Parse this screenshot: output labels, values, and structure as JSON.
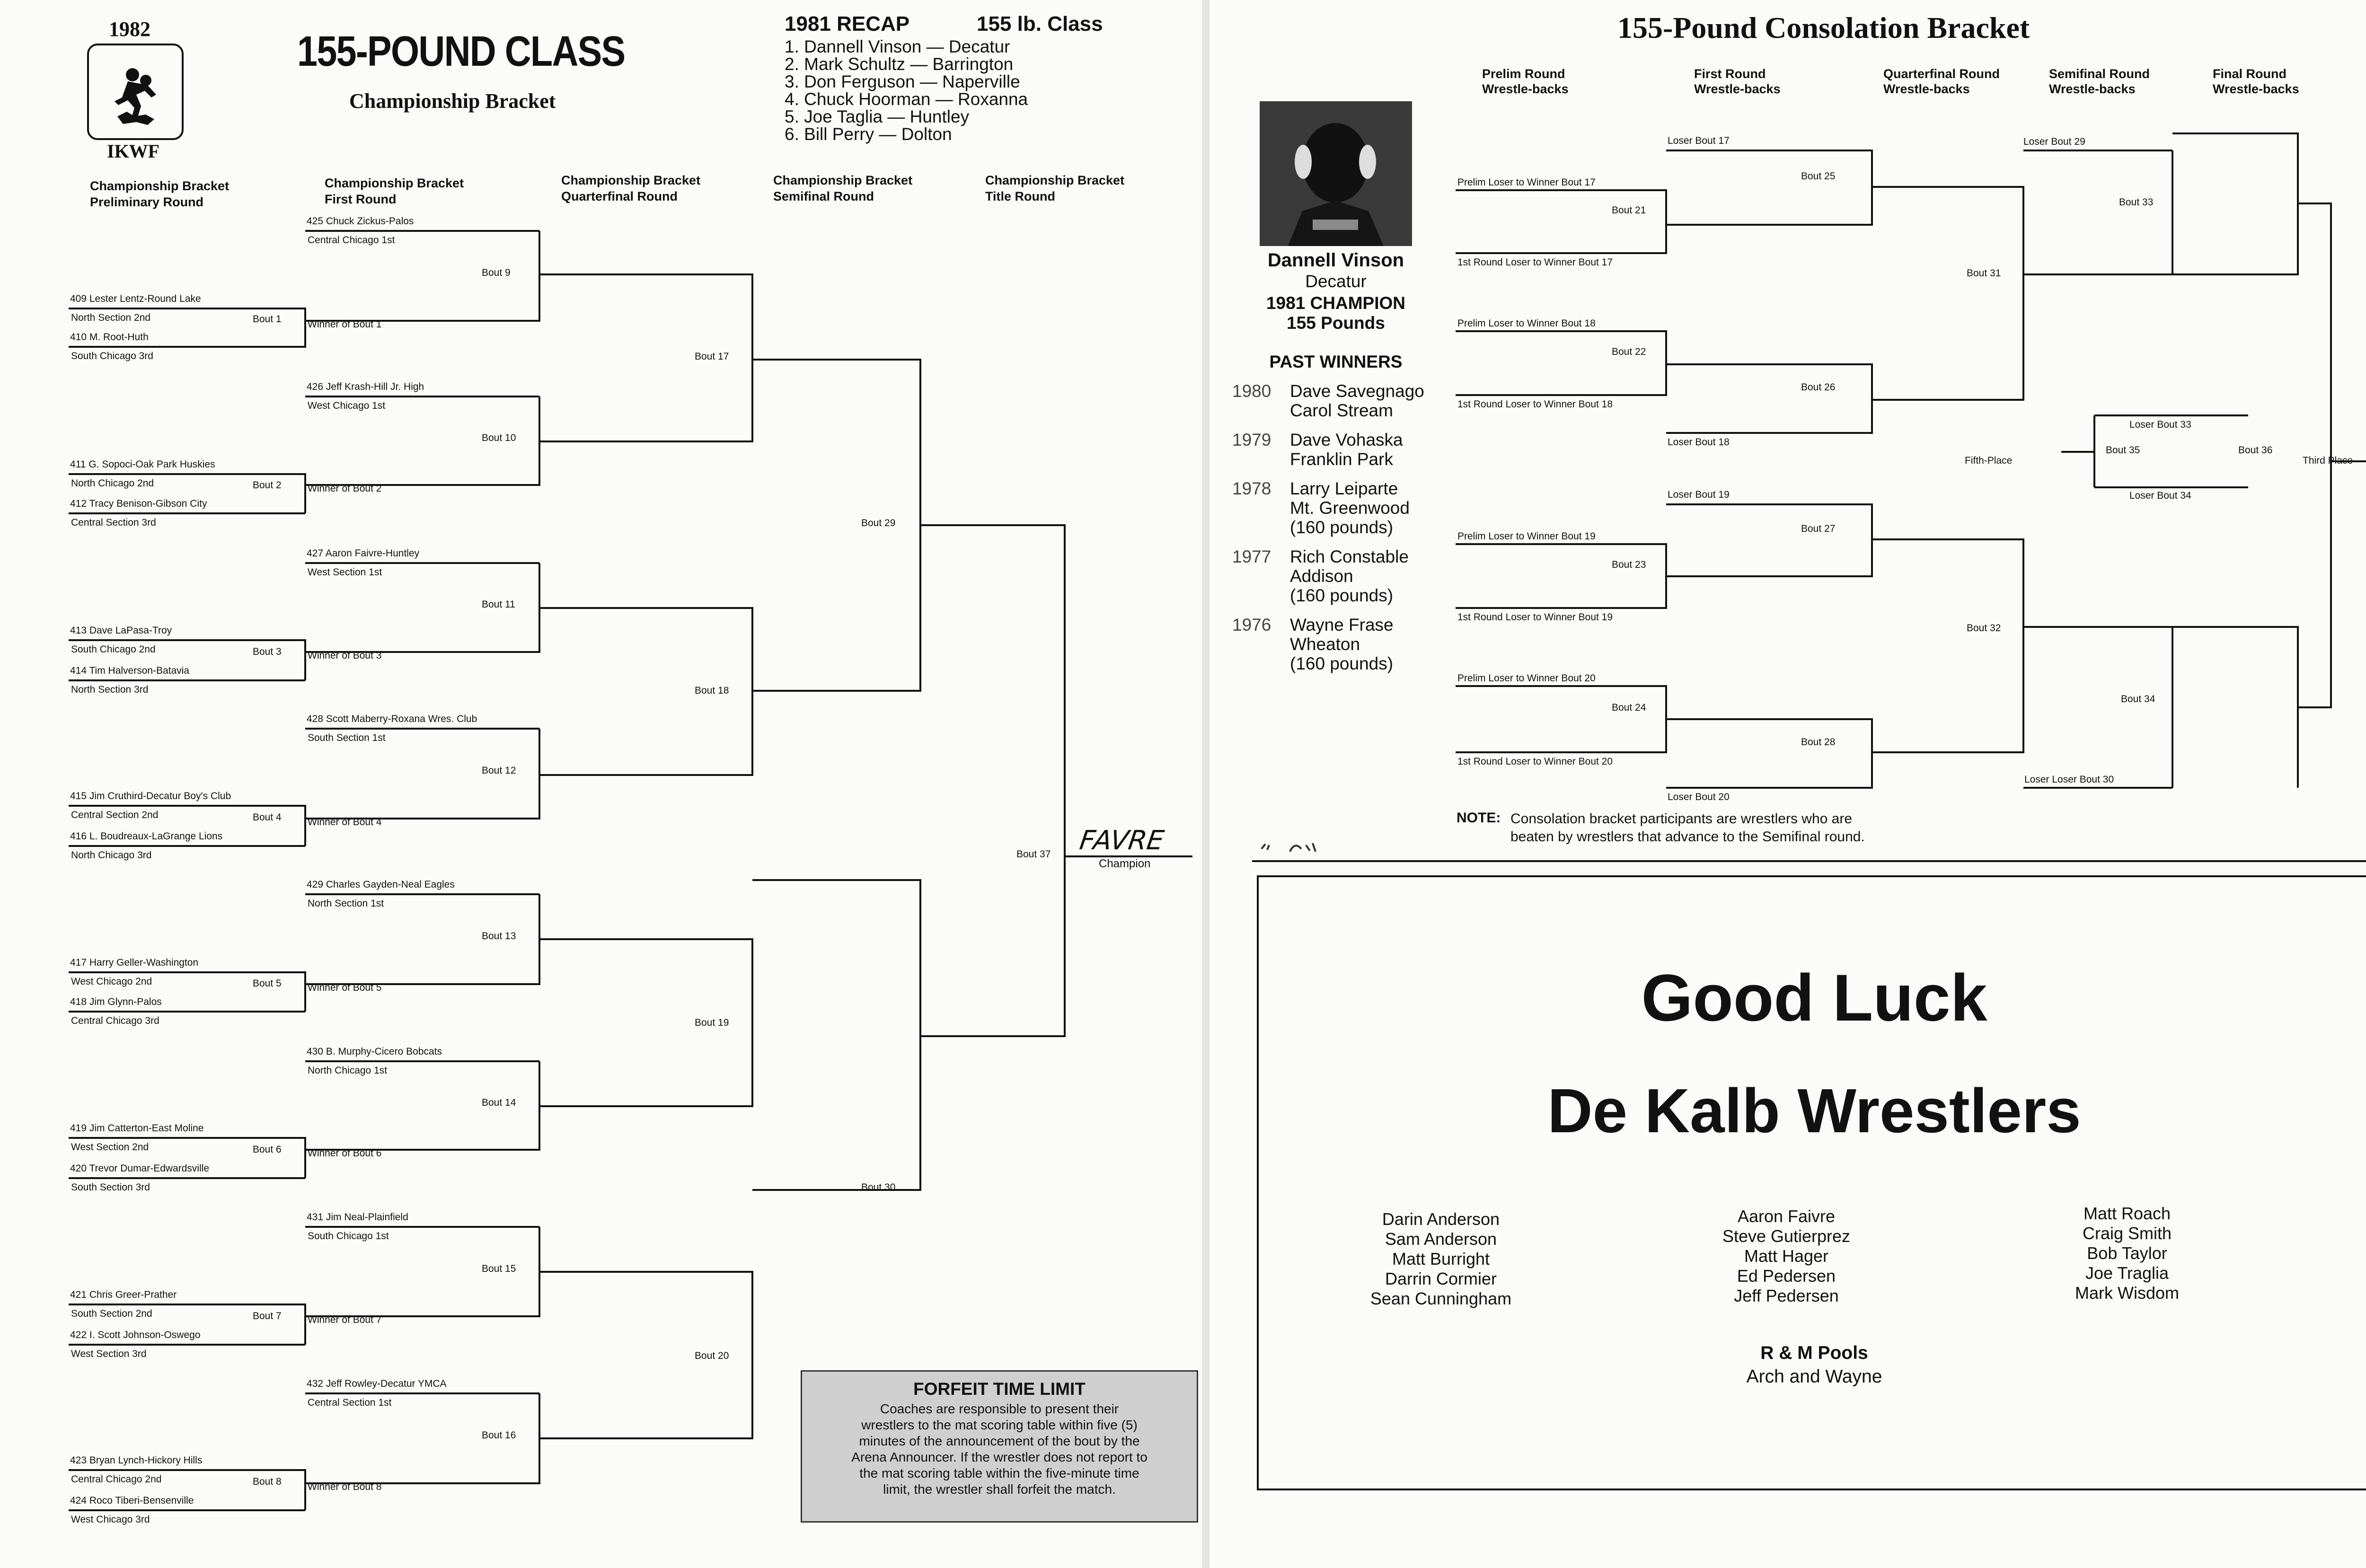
{
  "left": {
    "year": "1982",
    "org": "IKWF",
    "title": "155-POUND CLASS",
    "subtitle": "Championship Bracket",
    "recap": {
      "title": "1981 RECAP",
      "class": "155 lb. Class",
      "items": [
        "1. Dannell Vinson — Decatur",
        "2. Mark Schultz — Barrington",
        "3. Don Ferguson — Naperville",
        "4. Chuck Hoorman — Roxanna",
        "5. Joe Taglia — Huntley",
        "6. Bill Perry — Dolton"
      ]
    },
    "headers": [
      [
        "Championship Bracket",
        "Preliminary Round"
      ],
      [
        "Championship Bracket",
        "First Round"
      ],
      [
        "Championship Bracket",
        "Quarterfinal Round"
      ],
      [
        "Championship Bracket",
        "Semifinal Round"
      ],
      [
        "Championship Bracket",
        "Title Round"
      ]
    ],
    "prelim": [
      {
        "top": "409 Lester Lentz-Round Lake",
        "top_sec": "North Section 2nd",
        "bottom": "410 M. Root-Huth",
        "bottom_sec": "South Chicago 3rd",
        "bout": "Bout 1"
      },
      {
        "top": "411 G. Sopoci-Oak Park Huskies",
        "top_sec": "North Chicago 2nd",
        "bottom": "412 Tracy Benison-Gibson City",
        "bottom_sec": "Central Section 3rd",
        "bout": "Bout 2"
      },
      {
        "top": "413 Dave LaPasa-Troy",
        "top_sec": "South Chicago 2nd",
        "bottom": "414 Tim Halverson-Batavia",
        "bottom_sec": "North Section 3rd",
        "bout": "Bout 3"
      },
      {
        "top": "415 Jim Cruthird-Decatur Boy's Club",
        "top_sec": "Central Section 2nd",
        "bottom": "416 L. Boudreaux-LaGrange Lions",
        "bottom_sec": "North Chicago 3rd",
        "bout": "Bout 4"
      },
      {
        "top": "417 Harry Geller-Washington",
        "top_sec": "West Chicago 2nd",
        "bottom": "418 Jim Glynn-Palos",
        "bottom_sec": "Central Chicago 3rd",
        "bout": "Bout 5"
      },
      {
        "top": "419 Jim Catterton-East Moline",
        "top_sec": "West Section 2nd",
        "bottom": "420 Trevor Dumar-Edwardsville",
        "bottom_sec": "South Section 3rd",
        "bout": "Bout 6"
      },
      {
        "top": "421 Chris Greer-Prather",
        "top_sec": "South Section 2nd",
        "bottom": "422 I. Scott Johnson-Oswego",
        "bottom_sec": "West Section 3rd",
        "bout": "Bout 7"
      },
      {
        "top": "423 Bryan Lynch-Hickory Hills",
        "top_sec": "Central Chicago 2nd",
        "bottom": "424 Roco Tiberi-Bensenville",
        "bottom_sec": "West Chicago 3rd",
        "bout": "Bout 8"
      }
    ],
    "first_round": [
      {
        "seed": "425 Chuck Zickus-Palos",
        "sec": "Central Chicago 1st",
        "winner": "Winner of Bout 1",
        "bout": "Bout 9"
      },
      {
        "seed": "426 Jeff Krash-Hill Jr. High",
        "sec": "West Chicago 1st",
        "winner": "Winner of Bout 2",
        "bout": "Bout 10"
      },
      {
        "seed": "427 Aaron Faivre-Huntley",
        "sec": "West Section 1st",
        "winner": "Winner of Bout 3",
        "bout": "Bout 11"
      },
      {
        "seed": "428 Scott Maberry-Roxana Wres. Club",
        "sec": "South Section 1st",
        "winner": "Winner of Bout 4",
        "bout": "Bout 12"
      },
      {
        "seed": "429 Charles Gayden-Neal Eagles",
        "sec": "North Section 1st",
        "winner": "Winner of Bout 5",
        "bout": "Bout 13"
      },
      {
        "seed": "430 B. Murphy-Cicero Bobcats",
        "sec": "North Chicago 1st",
        "winner": "Winner of Bout 6",
        "bout": "Bout 14"
      },
      {
        "seed": "431 Jim Neal-Plainfield",
        "sec": "South Chicago 1st",
        "winner": "Winner of Bout 7",
        "bout": "Bout 15"
      },
      {
        "seed": "432 Jeff Rowley-Decatur YMCA",
        "sec": "Central Section 1st",
        "winner": "Winner of Bout 8",
        "bout": "Bout 16"
      }
    ],
    "quarter_bouts": [
      "Bout 17",
      "Bout 18",
      "Bout 19",
      "Bout 20"
    ],
    "semi_bouts": [
      "Bout 29",
      "Bout 30"
    ],
    "title_bout": "Bout 37",
    "champion_name": "FAVRE",
    "champion_label": "Champion",
    "forfeit": {
      "title": "FORFEIT TIME LIMIT",
      "lines": [
        "Coaches are responsible to present their",
        "wrestlers to the mat scoring table within five (5)",
        "minutes of the announcement of the bout by the",
        "Arena Announcer. If the wrestler does not report to",
        "the mat scoring table within the five-minute time",
        "limit, the wrestler shall forfeit the match."
      ]
    }
  },
  "right": {
    "title": "155-Pound Consolation Bracket",
    "headers": [
      [
        "Prelim Round",
        "Wrestle-backs"
      ],
      [
        "First Round",
        "Wrestle-backs"
      ],
      [
        "Quarterfinal Round",
        "Wrestle-backs"
      ],
      [
        "Semifinal Round",
        "Wrestle-backs"
      ],
      [
        "Final Round",
        "Wrestle-backs"
      ]
    ],
    "photo_alt": "Dannell Vinson photo",
    "champ": {
      "name": "Dannell Vinson",
      "school": "Decatur",
      "title": "1981 CHAMPION",
      "weight": "155 Pounds"
    },
    "past_title": "PAST WINNERS",
    "past": [
      {
        "year": "1980",
        "lines": [
          "Dave Savegnago",
          "Carol Stream"
        ]
      },
      {
        "year": "1979",
        "lines": [
          "Dave Vohaska",
          "Franklin Park"
        ]
      },
      {
        "year": "1978",
        "lines": [
          "Larry Leiparte",
          "Mt. Greenwood",
          "(160 pounds)"
        ]
      },
      {
        "year": "1977",
        "lines": [
          "Rich Constable",
          "Addison",
          "(160 pounds)"
        ]
      },
      {
        "year": "1976",
        "lines": [
          "Wayne Frase",
          "Wheaton",
          "(160 pounds)"
        ]
      }
    ],
    "cons": {
      "prelim_groups": [
        {
          "top": "Prelim Loser to Winner Bout 17",
          "bout": "Bout 21",
          "bottom": "1st Round Loser to Winner Bout 17"
        },
        {
          "top": "Prelim Loser to Winner Bout 18",
          "bout": "Bout 22",
          "bottom": "1st Round Loser to Winner Bout 18"
        },
        {
          "top": "Prelim Loser to Winner Bout 19",
          "bout": "Bout 23",
          "bottom": "1st Round Loser to Winner Bout 19"
        },
        {
          "top": "Prelim Loser to Winner Bout 20",
          "bout": "Bout 24",
          "bottom": "1st Round Loser to Winner Bout 20"
        }
      ],
      "first_round": [
        {
          "loser": "Loser Bout 17",
          "bout": "Bout 25"
        },
        {
          "loser": "Loser Bout 18",
          "bout": "Bout 26"
        },
        {
          "loser": "Loser Bout 19",
          "bout": "Bout 27"
        },
        {
          "loser": "Loser Bout 20",
          "bout": "Bout 28"
        }
      ],
      "quarter_bouts": [
        "Bout 31",
        "Bout 32"
      ],
      "semi": [
        {
          "loser": "Loser Bout 29",
          "bout": "Bout 33"
        },
        {
          "loser": "Loser Loser Bout 30",
          "bout": "Bout 34"
        }
      ],
      "fifth": {
        "top": "Loser Bout 33",
        "bout": "Bout 35",
        "bottom": "Loser Bout 34",
        "label": "Fifth-Place"
      },
      "final": {
        "bout": "Bout 36",
        "label": "Third Place"
      }
    },
    "note_label": "NOTE:",
    "note_lines": [
      "Consolation bracket participants are wrestlers who are",
      "beaten by wrestlers that advance to the Semifinal round."
    ],
    "ad": {
      "line1": "Good Luck",
      "line2": "De Kalb Wrestlers",
      "col1": [
        "Darin Anderson",
        "Sam Anderson",
        "Matt Burright",
        "Darrin Cormier",
        "Sean Cunningham"
      ],
      "col2": [
        "Aaron Faivre",
        "Steve Gutierprez",
        "Matt Hager",
        "Ed Pedersen",
        "Jeff Pedersen"
      ],
      "col3": [
        "Matt Roach",
        "Craig Smith",
        "Bob Taylor",
        "Joe Traglia",
        "Mark Wisdom"
      ],
      "sponsor": "R & M Pools",
      "sponsor_sub": "Arch and Wayne"
    }
  }
}
